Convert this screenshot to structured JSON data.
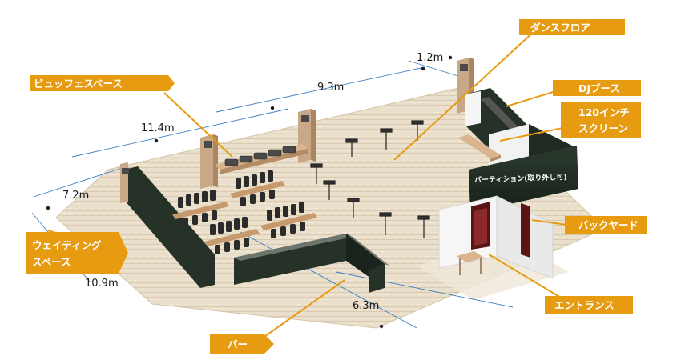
{
  "labels": {
    "dance_floor": "ダンスフロア",
    "buffet_space": "ビュッフェスペース",
    "dj_booth": "DJブース",
    "screen_line1": "120インチ",
    "screen_line2": "スクリーン",
    "waiting_line1": "ウェイティング",
    "waiting_line2": "スペース",
    "back_yard": "バックヤード",
    "entrance": "エントランス",
    "bar": "バー",
    "partition": "パーティション(取り外し可)"
  },
  "dimensions": {
    "d_1_2": "1.2m",
    "d_9_3": "9.3m",
    "d_11_4": "11.4m",
    "d_7_2": "7.2m",
    "d_10_9": "10.9m",
    "d_6_3": "6.3m"
  },
  "colors": {
    "label_bg": "#e79b10",
    "leader": "#e79b10",
    "dim_line": "#3a7fc4",
    "floor": "#e9dcc7",
    "wall": "#263228"
  }
}
